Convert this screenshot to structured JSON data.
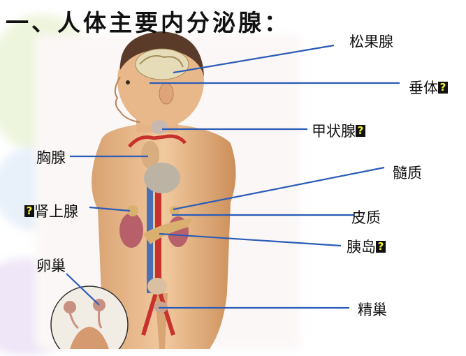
{
  "title": "一、人体主要内分泌腺：",
  "labels": {
    "pineal": "松果腺",
    "pituitary": "垂体",
    "thyroid": "甲状腺",
    "thymus": "胸腺",
    "medulla": "髓质",
    "adrenal": "肾上腺",
    "cortex": "皮质",
    "islets": "胰岛",
    "ovary": "卵巢",
    "testis": "精巢"
  },
  "missing_glyph": "?",
  "colors": {
    "leader_line": "#2a5cb8",
    "skin": "#e9b98a",
    "skin_shadow": "#c98d5a",
    "hair": "#5a3a28",
    "artery": "#c8322c",
    "vein": "#4a6fb5",
    "heart": "#bdb3a5",
    "kidney": "#b8606a",
    "gland": "#d9b070",
    "qmark_bg": "#111111",
    "qmark_fg": "#f5f53a"
  }
}
